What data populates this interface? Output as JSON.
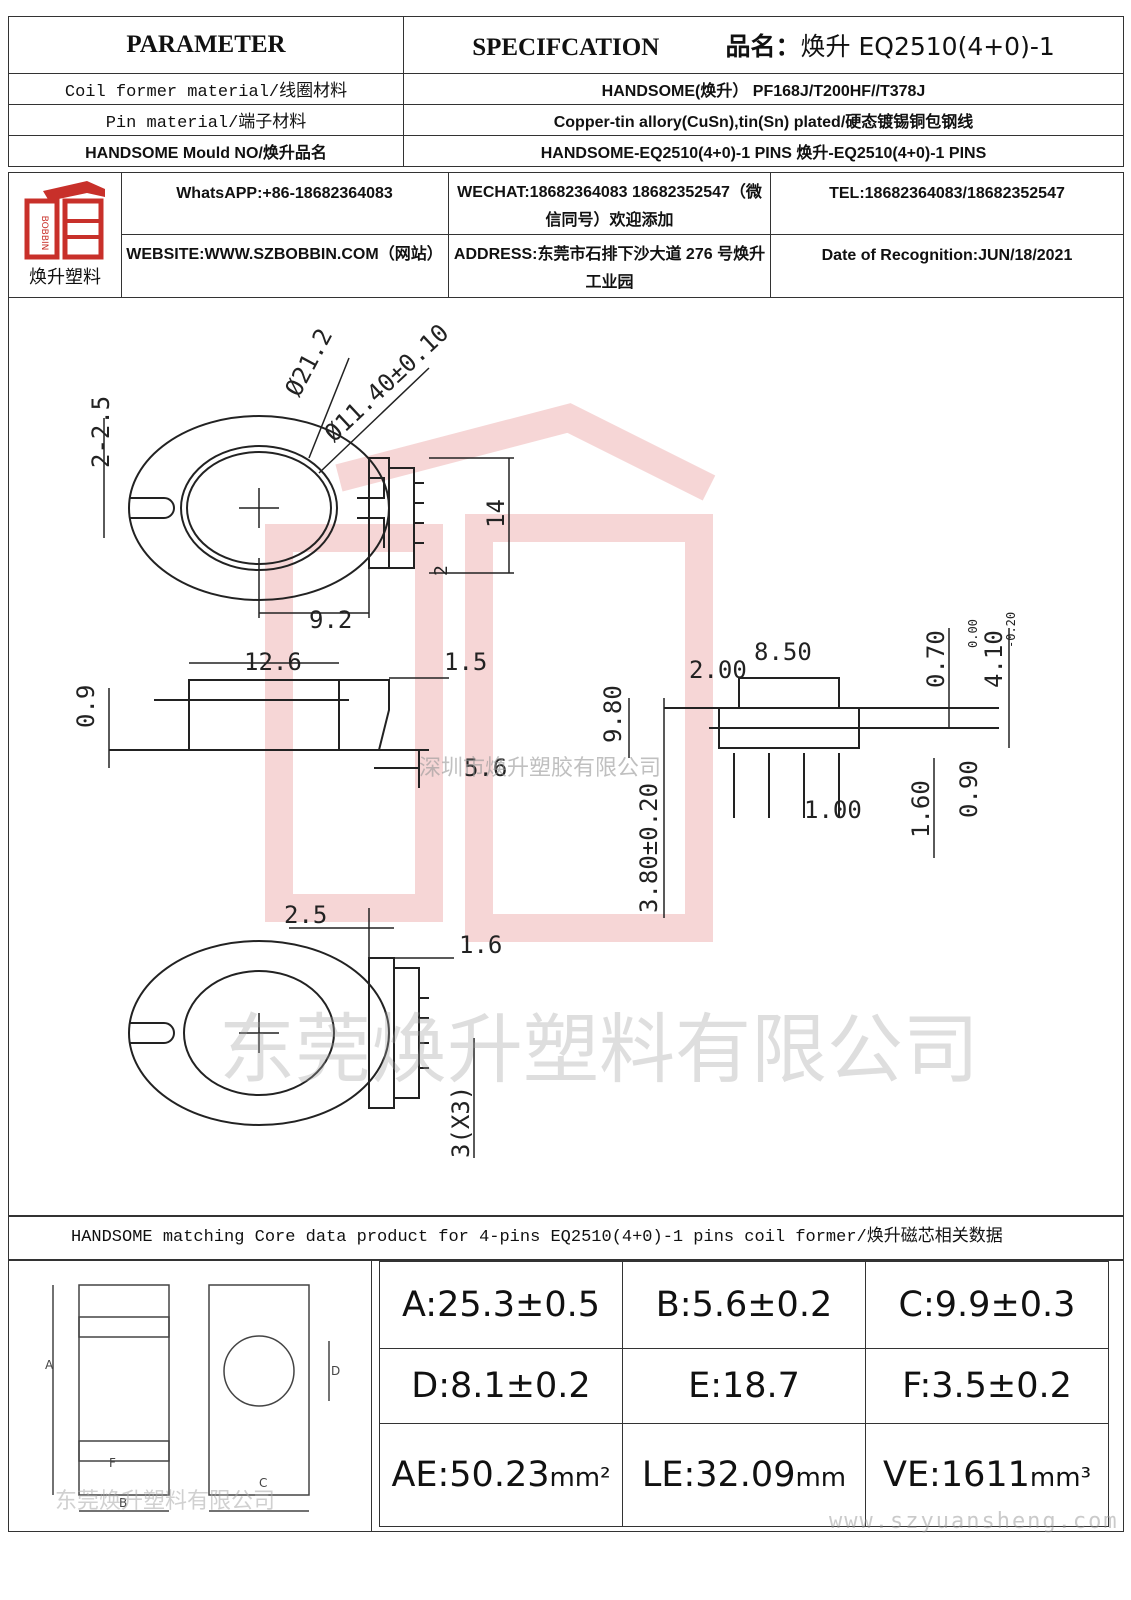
{
  "header": {
    "parameter": "PARAMETER",
    "specification": "SPECIFCATION",
    "product_name_label": "品名：",
    "product_name": "焕升 EQ2510(4+0)-1",
    "rows": [
      {
        "param": "Coil former material/线圈材料",
        "spec": "HANDSOME(焕升） PF168J/T200HF//T378J"
      },
      {
        "param": "Pin material/端子材料",
        "spec": "Copper-tin allory(CuSn),tin(Sn) plated/硬态镀锡铜包钢线"
      },
      {
        "param": "HANDSOME Mould NO/焕升品名",
        "spec": "HANDSOME-EQ2510(4+0)-1 PINS    焕升-EQ2510(4+0)-1 PINS"
      }
    ]
  },
  "contact": {
    "logo_text": "焕升塑料",
    "whatsapp": "WhatsAPP:+86-18682364083",
    "wechat": "WECHAT:18682364083 18682352547（微信同号）欢迎添加",
    "tel": "TEL:18682364083/18682352547",
    "website": "WEBSITE:WWW.SZBOBBIN.COM（网站）",
    "address": "ADDRESS:东莞市石排下沙大道 276 号焕升工业园",
    "date": "Date of Recognition:JUN/18/2021"
  },
  "drawing": {
    "dims": {
      "a": "Ø21.2",
      "b": "Ø11.40±0.10",
      "c": "2-2.5",
      "d": "9.2",
      "e": "14",
      "f": "12.6",
      "g": "1.5",
      "h": "5.6",
      "i": "9.80",
      "j": "8.50",
      "k": "0.70",
      "l": "4.10",
      "l_tol_up": "0.00",
      "l_tol_dn": "-0.20",
      "m": "0.90",
      "n": "1.60",
      "o": "2.5",
      "p": "1.6",
      "q": "3(X3)",
      "two": "2",
      "two_oo": "2.00",
      "one_oo": "1.00",
      "h09": "0.9",
      "pin": "3.80±0.20"
    },
    "watermark_cn": "东莞焕升塑料有限公司",
    "watermark_sz": "深圳市焕升塑胶有限公司"
  },
  "core": {
    "title": "HANDSOME matching Core data  product for 4-pins EQ2510(4+0)-1 pins coil former/焕升磁芯相关数据",
    "A": "A:25.3±0.5",
    "B": "B:5.6±0.2",
    "C": "C:9.9±0.3",
    "D": "D:8.1±0.2",
    "E": "E:18.7",
    "F": "F:3.5±0.2",
    "AE": "AE:50.23",
    "AE_unit": "mm²",
    "LE": "LE:32.09",
    "LE_unit": "mm",
    "VE": "VE:1611",
    "VE_unit": "mm³",
    "core_img_watermark": "东莞焕升塑料有限公司",
    "website_watermark": "www.szyuansheng.com"
  }
}
